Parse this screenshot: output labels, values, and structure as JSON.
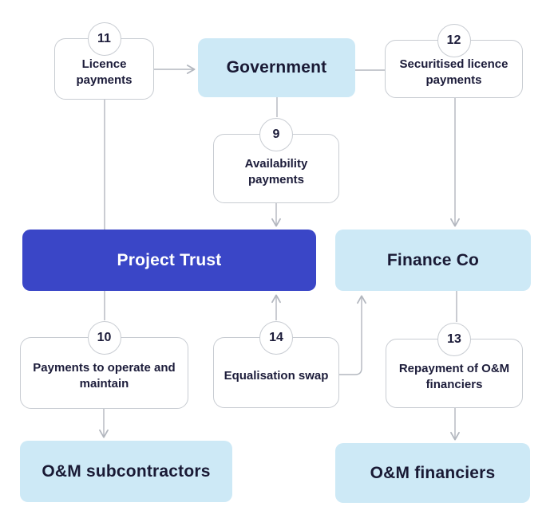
{
  "diagram": {
    "type": "flow-diagram",
    "colors": {
      "primary_blue": "#3a46c7",
      "light_blue": "#cde9f6",
      "text_navy": "#1c1c3a",
      "box_border_gray": "#c8ccd2",
      "connector_gray": "#b3b7bf",
      "background": "#ffffff"
    },
    "nodes": {
      "government": {
        "label": "Government"
      },
      "project_trust": {
        "label": "Project Trust"
      },
      "finance_co": {
        "label": "Finance Co"
      },
      "om_subcontractors": {
        "label": "O&M subcontractors"
      },
      "om_financiers": {
        "label": "O&M financiers"
      }
    },
    "flows": {
      "availability_payments": {
        "number": "9",
        "label": "Availability payments"
      },
      "payments_to_operate": {
        "number": "10",
        "label": "Payments to operate and maintain"
      },
      "licence_payments": {
        "number": "11",
        "label": "Licence payments"
      },
      "securitised_licence_payments": {
        "number": "12",
        "label": "Securitised licence payments"
      },
      "repayment_om_financiers": {
        "number": "13",
        "label": "Repayment of O&M financiers"
      },
      "equalisation_swap": {
        "number": "14",
        "label": "Equalisation swap"
      }
    },
    "edges": [
      {
        "from": "project_trust",
        "via": "licence_payments",
        "to": "government"
      },
      {
        "from": "government",
        "via": "securitised_licence_payments",
        "to": "finance_co"
      },
      {
        "from": "government",
        "via": "availability_payments",
        "to": "project_trust"
      },
      {
        "from": "project_trust",
        "via": "payments_to_operate",
        "to": "om_subcontractors"
      },
      {
        "from": "equalisation_swap",
        "to": "project_trust"
      },
      {
        "from": "equalisation_swap",
        "to": "finance_co"
      },
      {
        "from": "finance_co",
        "via": "repayment_om_financiers",
        "to": "om_financiers"
      }
    ]
  }
}
